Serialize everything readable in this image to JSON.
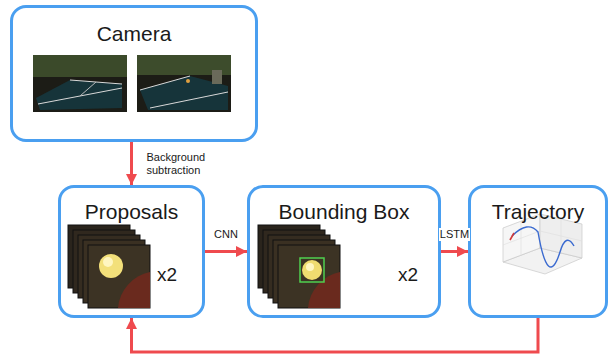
{
  "diagram": {
    "nodes": [
      {
        "text": [
          "Camera"
        ]
      },
      {
        "text": [
          "Proposals",
          "x2"
        ]
      },
      {
        "text": [
          "Bounding Box",
          "x2"
        ]
      },
      {
        "text": [
          "Trajectory"
        ]
      }
    ],
    "edges": [
      {
        "from": 0,
        "to": 1,
        "arrow": "to",
        "label": "Background subtraction"
      },
      {
        "from": 1,
        "to": 2,
        "arrow": "to",
        "label": "CNN"
      },
      {
        "from": 2,
        "to": 3,
        "arrow": "to",
        "label": "LSTM"
      },
      {
        "from": 3,
        "to": 1,
        "arrow": "to"
      }
    ]
  }
}
